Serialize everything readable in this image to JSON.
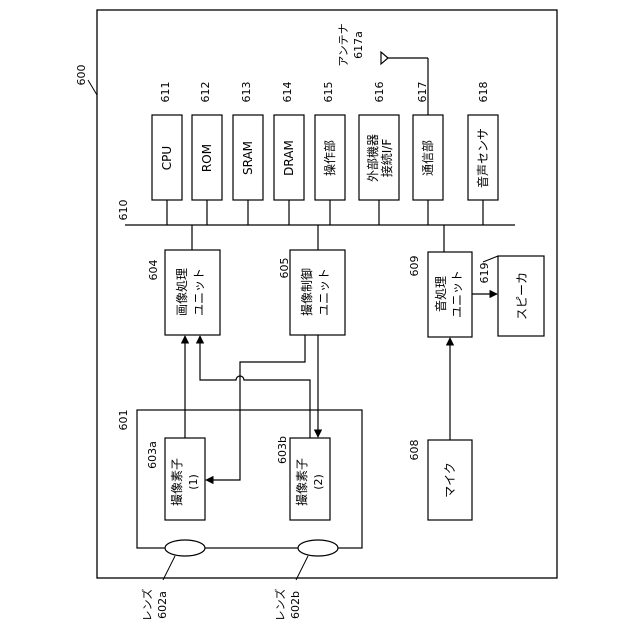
{
  "device": {
    "ref": "600"
  },
  "bus": {
    "ref": "610"
  },
  "top_units": [
    {
      "key": "cpu",
      "ref": "611",
      "label": "CPU"
    },
    {
      "key": "rom",
      "ref": "612",
      "label": "ROM"
    },
    {
      "key": "sram",
      "ref": "613",
      "label": "SRAM"
    },
    {
      "key": "dram",
      "ref": "614",
      "label": "DRAM"
    },
    {
      "key": "ops",
      "ref": "615",
      "label": "操作部"
    },
    {
      "key": "extif",
      "ref": "616",
      "label_lines": [
        "外部機器",
        "接続I/F"
      ]
    },
    {
      "key": "comm",
      "ref": "617",
      "label": "通信部"
    },
    {
      "key": "snd",
      "ref": "618",
      "label": "音声センサ"
    }
  ],
  "antenna": {
    "label": "アンテナ",
    "ref": "617a"
  },
  "mid_units": [
    {
      "key": "img",
      "ref": "604",
      "label_lines": [
        "画像処理",
        "ユニット"
      ]
    },
    {
      "key": "ctl",
      "ref": "605",
      "label_lines": [
        "撮像制御",
        "ユニット"
      ]
    },
    {
      "key": "aud",
      "ref": "609",
      "label_lines": [
        "音処理",
        "ユニット"
      ]
    },
    {
      "key": "spk",
      "ref": "619",
      "label": "スピーカ"
    }
  ],
  "camera_group": {
    "ref": "601"
  },
  "sensors": [
    {
      "key": "s1",
      "ref": "603a",
      "label_lines": [
        "撮像素子",
        "(1)"
      ]
    },
    {
      "key": "s2",
      "ref": "603b",
      "label_lines": [
        "撮像素子",
        "(2)"
      ]
    }
  ],
  "mic": {
    "ref": "608",
    "label": "マイク"
  },
  "lenses": [
    {
      "key": "l1",
      "label": "レンズ",
      "ref": "602a"
    },
    {
      "key": "l2",
      "label": "レンズ",
      "ref": "602b"
    }
  ]
}
